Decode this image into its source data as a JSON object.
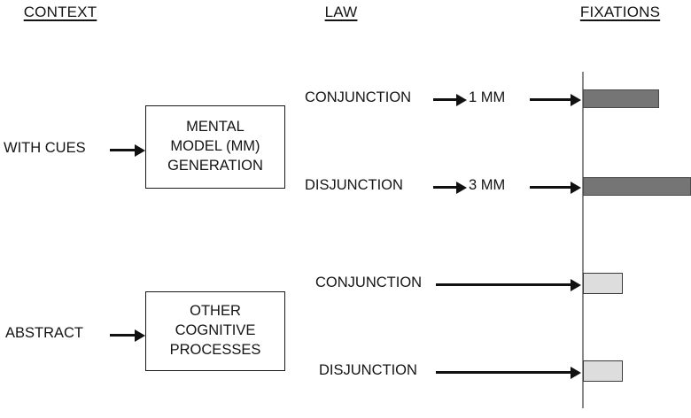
{
  "headers": {
    "context": "CONTEXT",
    "law": "LAW",
    "fixations": "FIXATIONS"
  },
  "context_labels": [
    {
      "id": "with-cues",
      "text": "WITH CUES"
    },
    {
      "id": "abstract",
      "text": "ABSTRACT"
    }
  ],
  "process_boxes": [
    {
      "id": "mental-model-generation",
      "lines": [
        "MENTAL",
        "MODEL (MM)",
        "GENERATION"
      ]
    },
    {
      "id": "other-cognitive-processes",
      "lines": [
        "OTHER",
        "COGNITIVE",
        "PROCESSES"
      ]
    }
  ],
  "law_rows": [
    {
      "id": "row-1",
      "law": "CONJUNCTION",
      "mm": "1 MM"
    },
    {
      "id": "row-2",
      "law": "DISJUNCTION",
      "mm": "3 MM"
    },
    {
      "id": "row-3",
      "law": "CONJUNCTION",
      "mm": ""
    },
    {
      "id": "row-4",
      "law": "DISJUNCTION",
      "mm": ""
    }
  ],
  "chart_data": {
    "type": "bar",
    "title": "FIXATIONS",
    "orientation": "horizontal",
    "categories": [
      "WITH CUES / CONJUNCTION / 1 MM",
      "WITH CUES / DISJUNCTION / 3 MM",
      "ABSTRACT / CONJUNCTION",
      "ABSTRACT / DISJUNCTION"
    ],
    "values": [
      86,
      122,
      45,
      45
    ],
    "units": "relative fixation count (px length)",
    "xlabel": "",
    "ylabel": "",
    "grid": false,
    "legend": "none",
    "series": [
      {
        "name": "mental model generation (with cues)",
        "color": "#757575",
        "values": [
          86,
          122,
          null,
          null
        ]
      },
      {
        "name": "other cognitive processes (abstract)",
        "color": "#dddddd",
        "values": [
          null,
          null,
          45,
          45
        ]
      }
    ],
    "notes": "Bars originate at a common vertical baseline axis; longer bar = more fixations. Disjunction with cues (3 MM) is longest; abstract rows are short and equal."
  },
  "colors": {
    "bar_dark_fill": "#757575",
    "bar_dark_border": "#4a4a4a",
    "bar_light_fill": "#dddddd",
    "bar_light_border": "#3a3a3a",
    "axis": "#8a8a8a",
    "ink": "#141414",
    "background": "#ffffff"
  }
}
